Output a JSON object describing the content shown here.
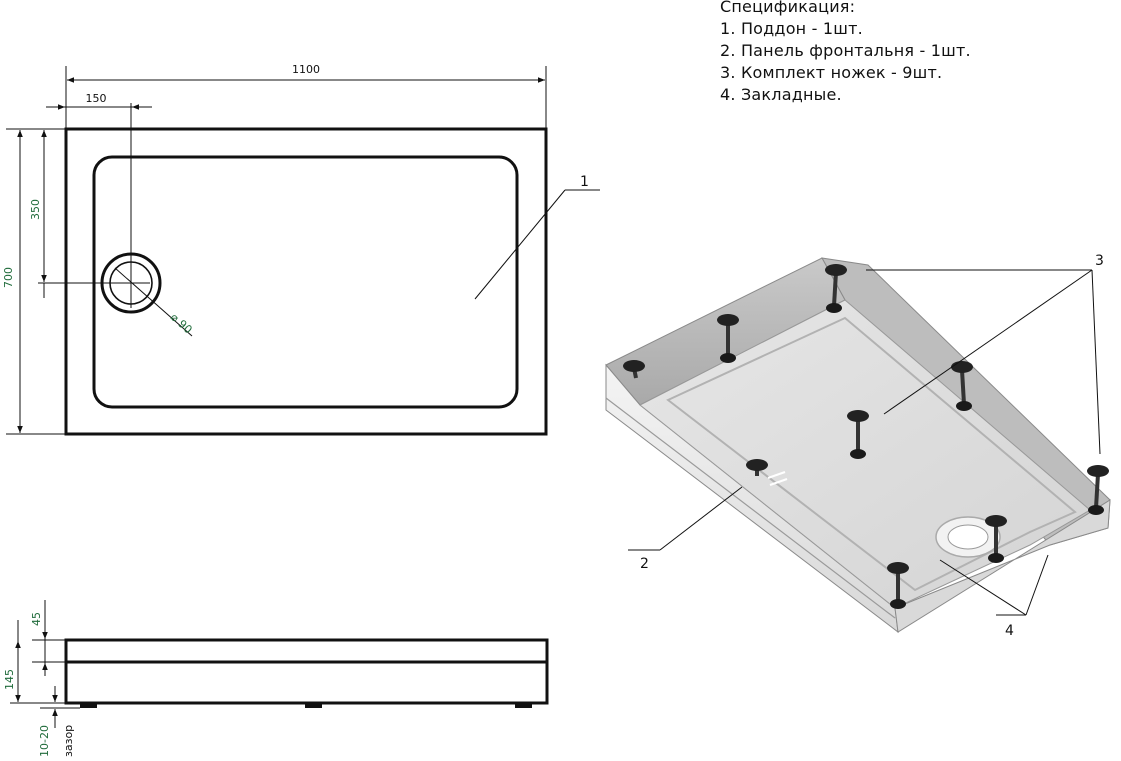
{
  "specification": {
    "title": "Спецификация:",
    "items": [
      "1. Поддон - 1шт.",
      "2. Панель фронтальня - 1шт.",
      "3. Комплект ножек - 9шт.",
      "4. Закладные."
    ]
  },
  "top_view": {
    "width_label": "1100",
    "drain_offset_label": "150",
    "height_label": "700",
    "drain_center_label": "350",
    "drain_diameter_label": "⌀ 90",
    "callout": "1"
  },
  "side_view": {
    "rim_label": "45",
    "total_height_label": "145",
    "gap_value_label": "10-20",
    "gap_word_label": "зазор"
  },
  "iso_view": {
    "callout_panel": "2",
    "callout_legs": "3",
    "callout_inserts": "4"
  }
}
